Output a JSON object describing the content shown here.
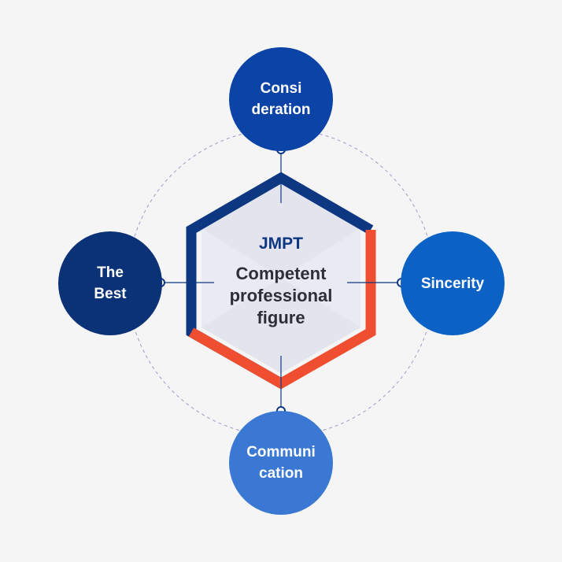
{
  "colors": {
    "background": "#f5f5f5",
    "hexagon_navy": "#0e3781",
    "hexagon_orange": "#f04e30",
    "inner_fill": "#e9eaf2",
    "dashed_ring": "#9a9dc4"
  },
  "center": {
    "brand": "JMPT",
    "desc_lines": [
      "Competent",
      "professional",
      "figure"
    ]
  },
  "nodes": {
    "top": {
      "lines": [
        "Consi",
        "deration"
      ],
      "color": "#0b43a6"
    },
    "left": {
      "lines": [
        "The",
        "Best"
      ],
      "color": "#0b3277"
    },
    "right": {
      "lines": [
        "Sincerity"
      ],
      "color": "#0c61c4"
    },
    "bottom": {
      "lines": [
        "Communi",
        "cation"
      ],
      "color": "#3a78d4"
    }
  }
}
